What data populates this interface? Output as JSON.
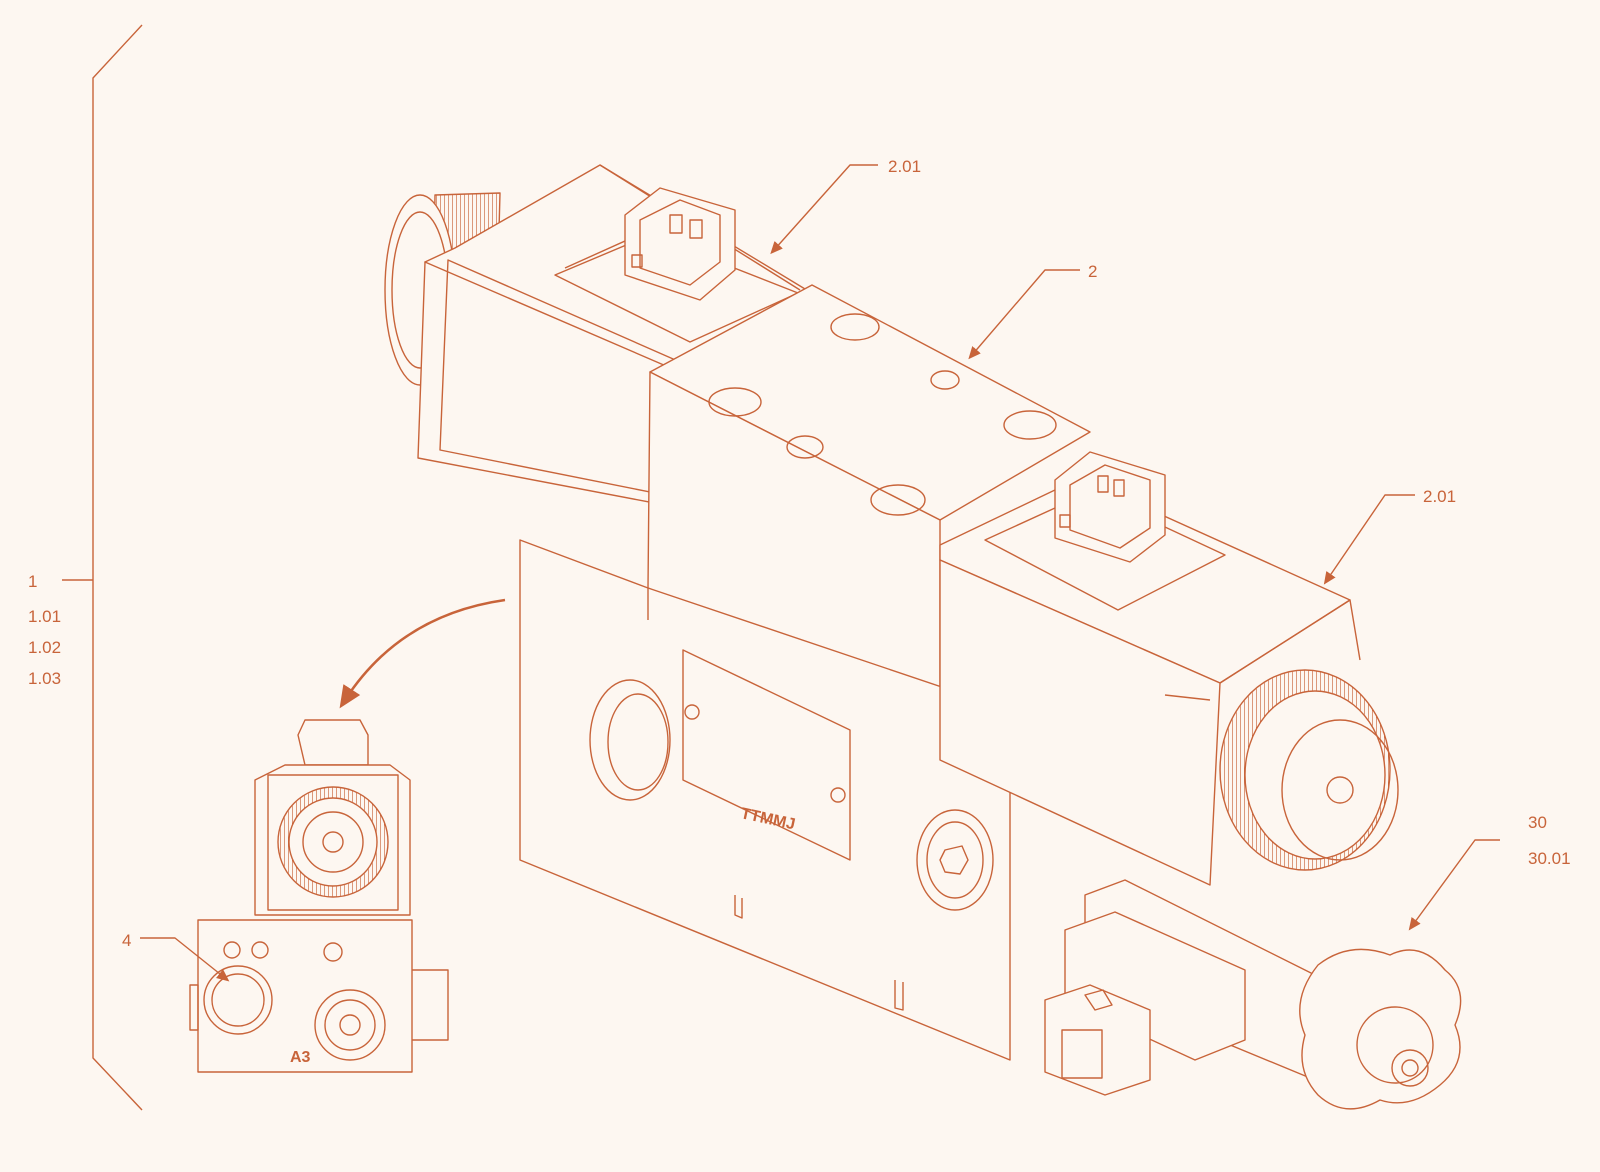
{
  "colors": {
    "line": "#c8643a",
    "background": "#fdf7f1",
    "watermark": "#d9cfc8"
  },
  "labels": {
    "top_connector": "2.01",
    "valve_body": "2",
    "right_connector": "2.01",
    "assembly": "1",
    "assembly_sub_1": "1.01",
    "assembly_sub_2": "1.02",
    "assembly_sub_3": "1.03",
    "manual_knob": "30",
    "manual_knob_sub": "30.01",
    "detail_port": "4"
  },
  "markings": {
    "nameplate": "TTMMJ",
    "port_code": "A3"
  },
  "icons": {
    "watermark": "dragon-mascot-icon",
    "view_arrow": "curved-arrow-icon"
  }
}
